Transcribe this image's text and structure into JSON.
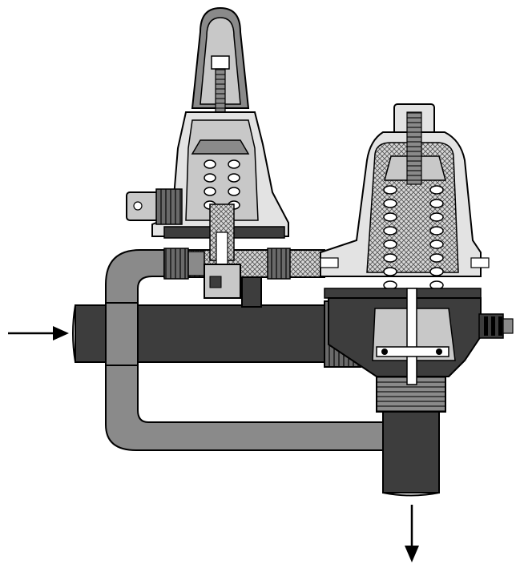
{
  "diagram": {
    "kind": "pressure-regulator-cutaway",
    "flow_arrows": [
      {
        "id": "inlet-arrow",
        "direction": "right"
      },
      {
        "id": "outlet-arrow",
        "direction": "down"
      }
    ],
    "colors": {
      "outline": "#000000",
      "dark_pipe": "#3d3d3d",
      "medium_gray": "#8a8a8a",
      "light_gray": "#c8c8c8",
      "very_light": "#e3e3e3",
      "white": "#ffffff"
    }
  }
}
